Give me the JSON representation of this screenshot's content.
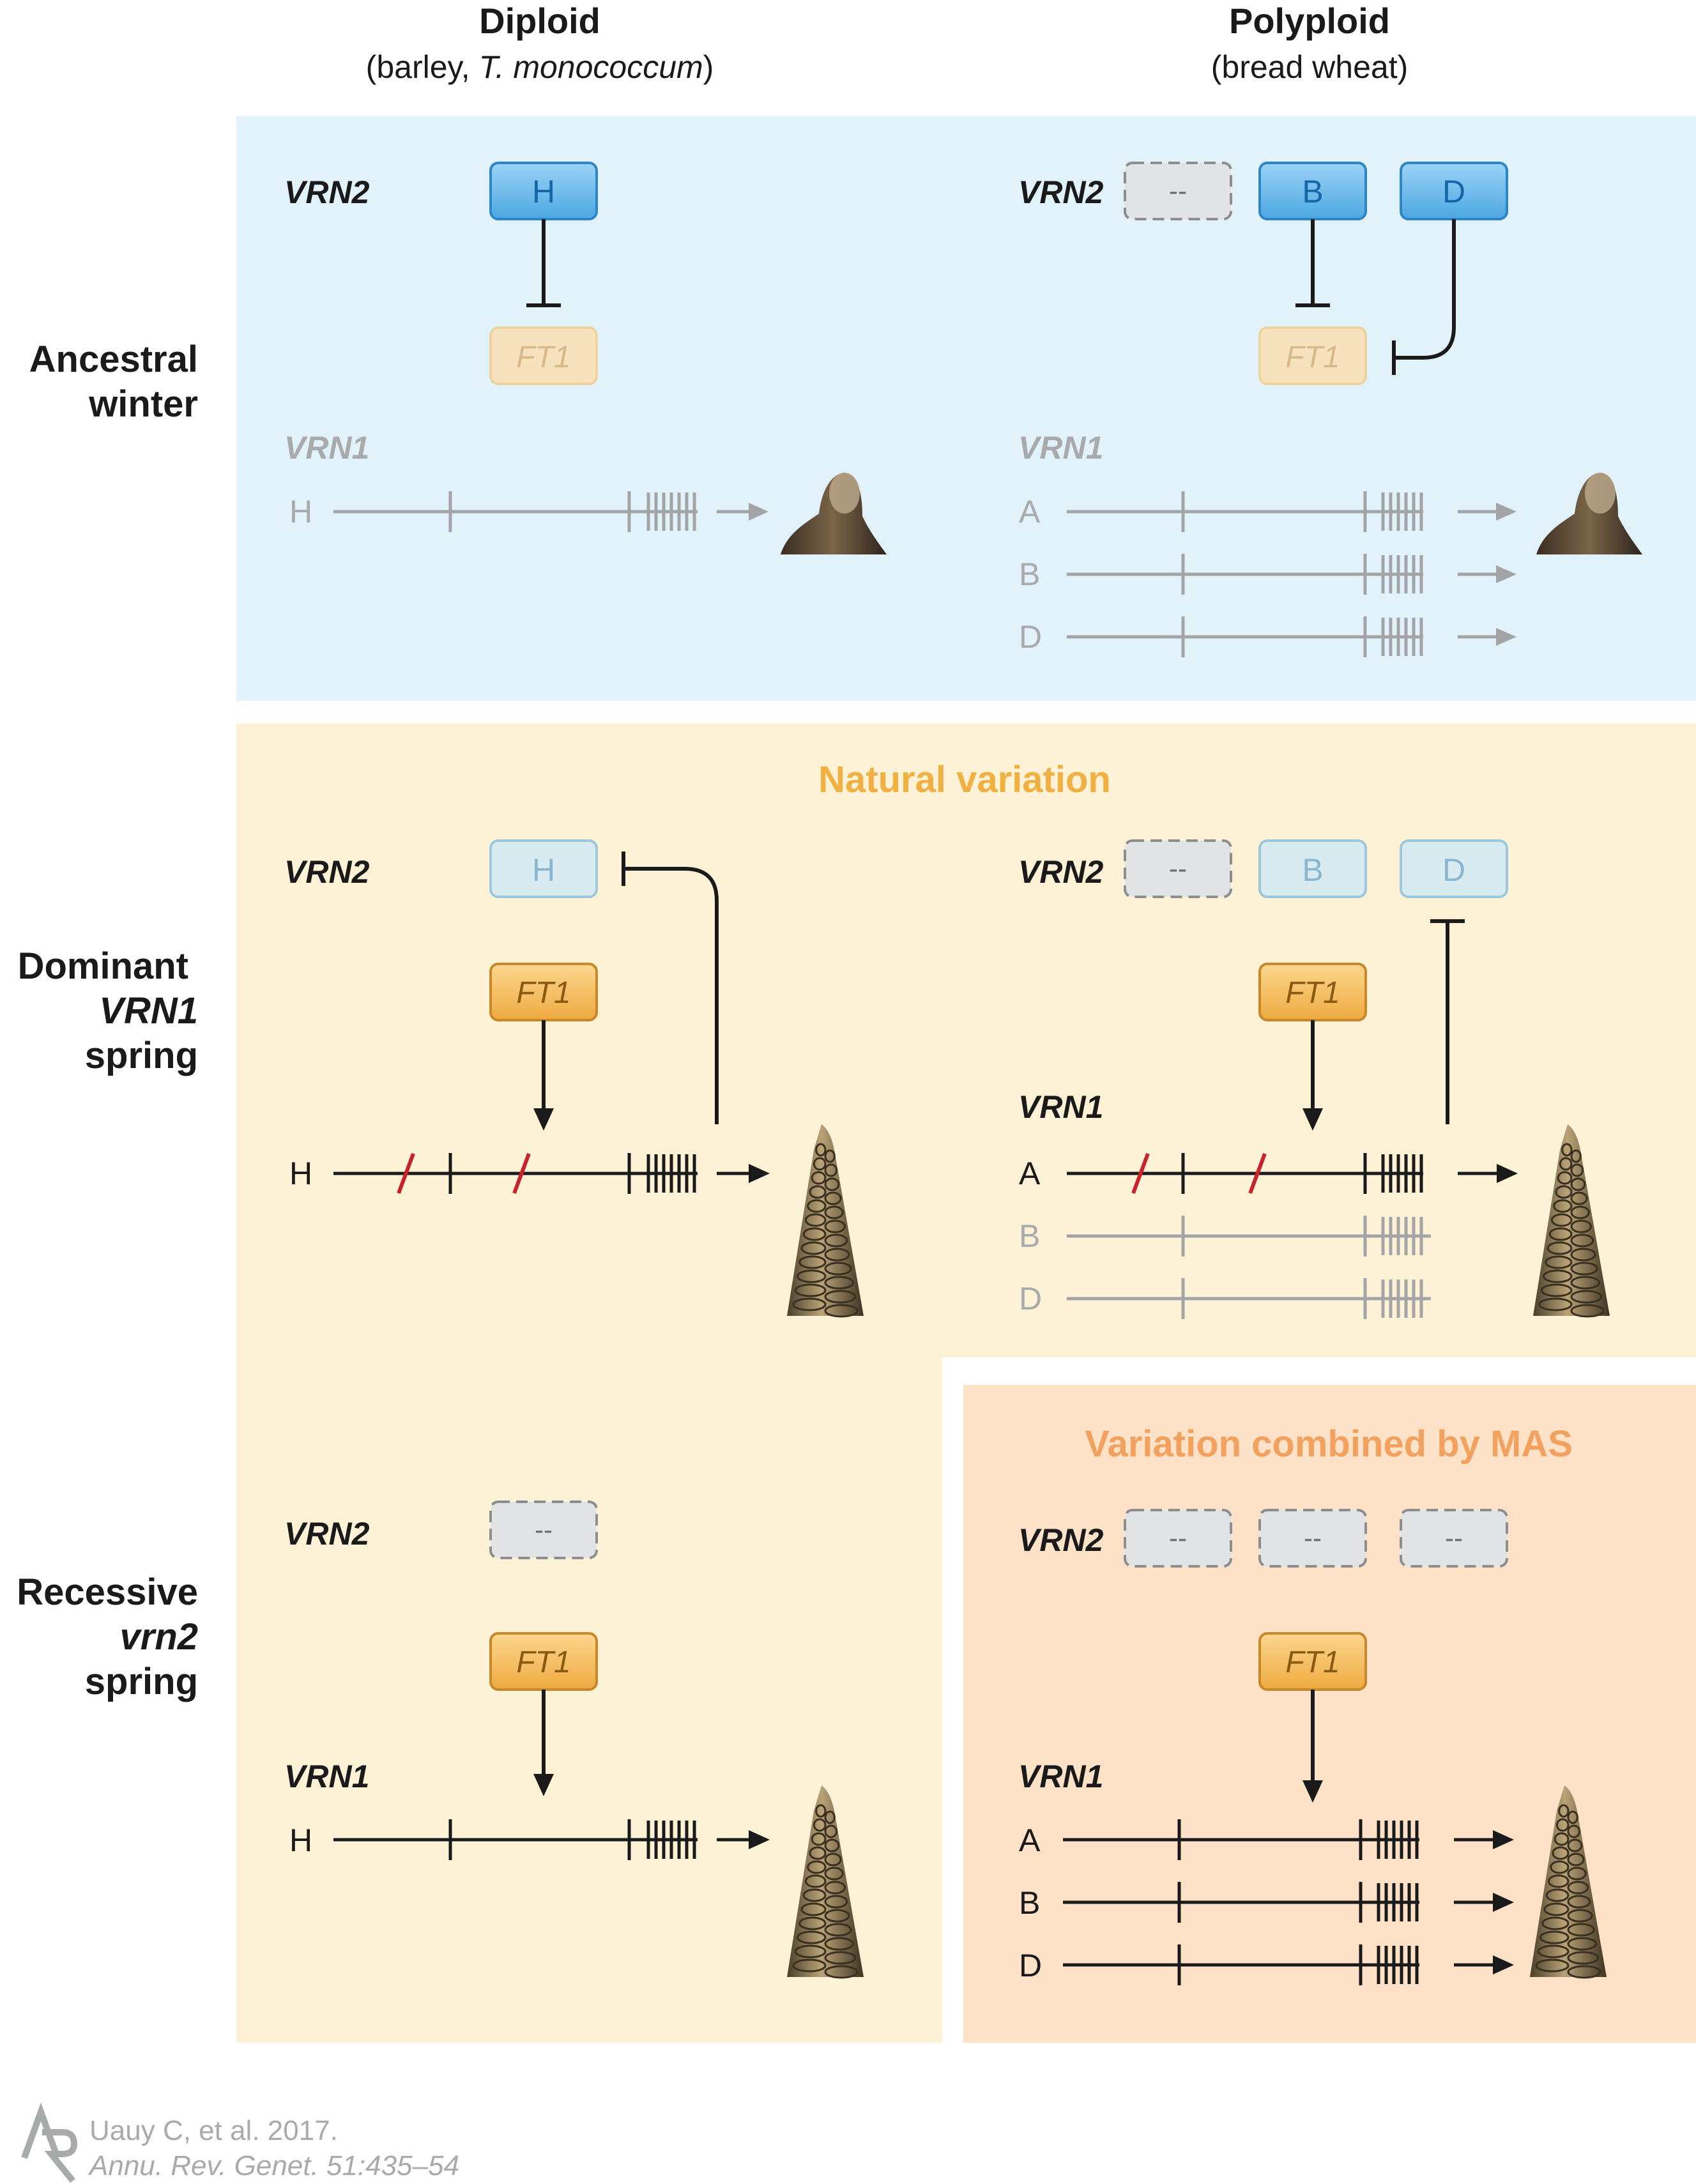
{
  "columns": {
    "diploid": {
      "title": "Diploid",
      "subtitle_pre": "(barley, ",
      "subtitle_italic": "T. monococcum",
      "subtitle_post": ")"
    },
    "polyploid": {
      "title": "Polyploid",
      "subtitle": "(bread wheat)"
    }
  },
  "rows": {
    "ancestral": {
      "line1": "Ancestral",
      "line2": "winter"
    },
    "dominant": {
      "line1": "Dominant",
      "line2": "VRN1",
      "line3": "spring"
    },
    "recessive": {
      "line1": "Recessive",
      "line2": "vrn2",
      "line3": "spring"
    }
  },
  "section_labels": {
    "natural": "Natural variation",
    "mas": "Variation combined by MAS"
  },
  "gene_labels": {
    "vrn2": "VRN2",
    "vrn1": "VRN1",
    "ft1": "FT1",
    "deleted": "--"
  },
  "genomes": {
    "h": "H",
    "a": "A",
    "b": "B",
    "d": "D"
  },
  "credit": {
    "line1": "Uauy C, et al. 2017.",
    "line2": "Annu. Rev. Genet. 51:435–54",
    "logo": "AR"
  },
  "colors": {
    "winter_bg": "#e1f2fb",
    "natural_bg": "#fdf2d6",
    "mas_bg": "#fde2c8",
    "vrn2_box": "#5aaee6",
    "ft1_box": "#f0b64f",
    "deleted_box": "#e2e3e5",
    "natural_title": "#f0b042",
    "mas_title": "#f2a15f",
    "gray_gene": "#9fa0a2",
    "mutation": "#c8222a"
  }
}
